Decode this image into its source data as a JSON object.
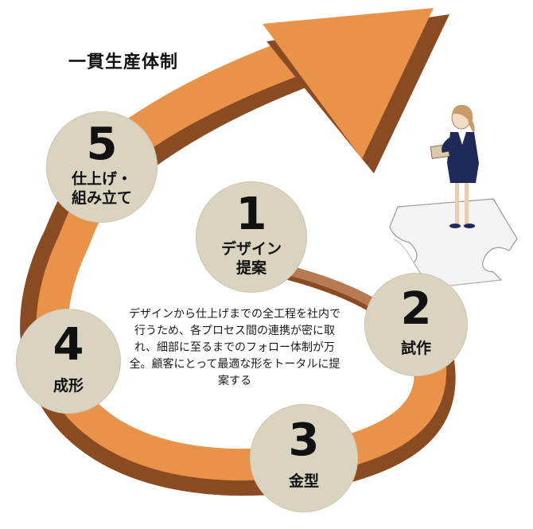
{
  "title": "一貫生産体制",
  "steps": [
    {
      "number": "1",
      "label": "デザイン\n提案"
    },
    {
      "number": "2",
      "label": "試作"
    },
    {
      "number": "3",
      "label": "金型"
    },
    {
      "number": "4",
      "label": "成形"
    },
    {
      "number": "5",
      "label": "仕上げ・\n組み立て"
    }
  ],
  "description": "デザインから仕上げまでの全工程を社内で行うため、各プロセス間の連携が密に取れ、細部に至るまでのフォロー体制が万全。顧客にとって最適な形をトータルに提案する",
  "colors": {
    "arrow_orange": "#e8924a",
    "arrow_shadow": "#8a4a22",
    "inner_ribbon": "#b87a52",
    "circle_fill": "#d9d3c0",
    "text": "#111111"
  },
  "illustration": "businesswoman-on-puzzle-piece"
}
